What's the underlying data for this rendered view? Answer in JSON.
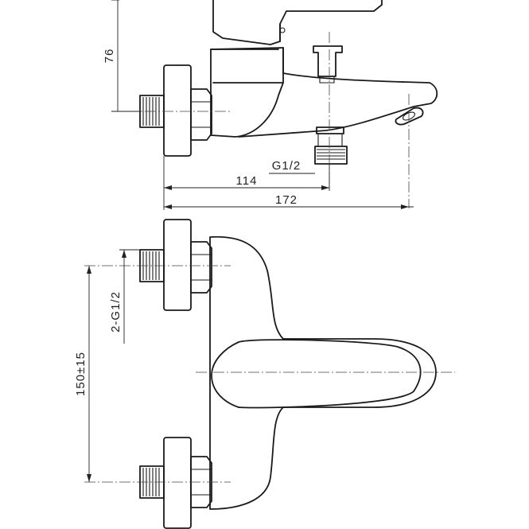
{
  "dimensions": {
    "height_spout": "76",
    "outlet_thread": "G1/2",
    "outlet_offset": "114",
    "total_length": "172",
    "inlet_thread": "2-G1/2",
    "inlet_spacing": "150±15"
  }
}
